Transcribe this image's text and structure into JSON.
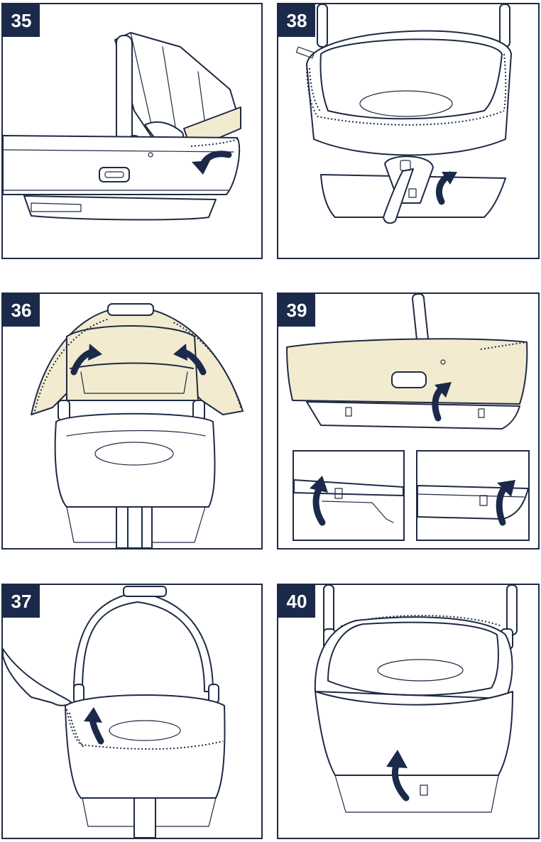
{
  "steps": [
    {
      "number": "35",
      "description_icon": "fold-hood-icon"
    },
    {
      "number": "36",
      "description_icon": "remove-hood-icon"
    },
    {
      "number": "37",
      "description_icon": "unzip-edge-icon"
    },
    {
      "number": "38",
      "description_icon": "release-strap-icon"
    },
    {
      "number": "39",
      "description_icon": "remove-cover-icon"
    },
    {
      "number": "40",
      "description_icon": "lift-edge-icon"
    }
  ],
  "colors": {
    "navy": "#1b2a4a",
    "fabric": "#f2ebcf",
    "line": "#1f2a44"
  }
}
